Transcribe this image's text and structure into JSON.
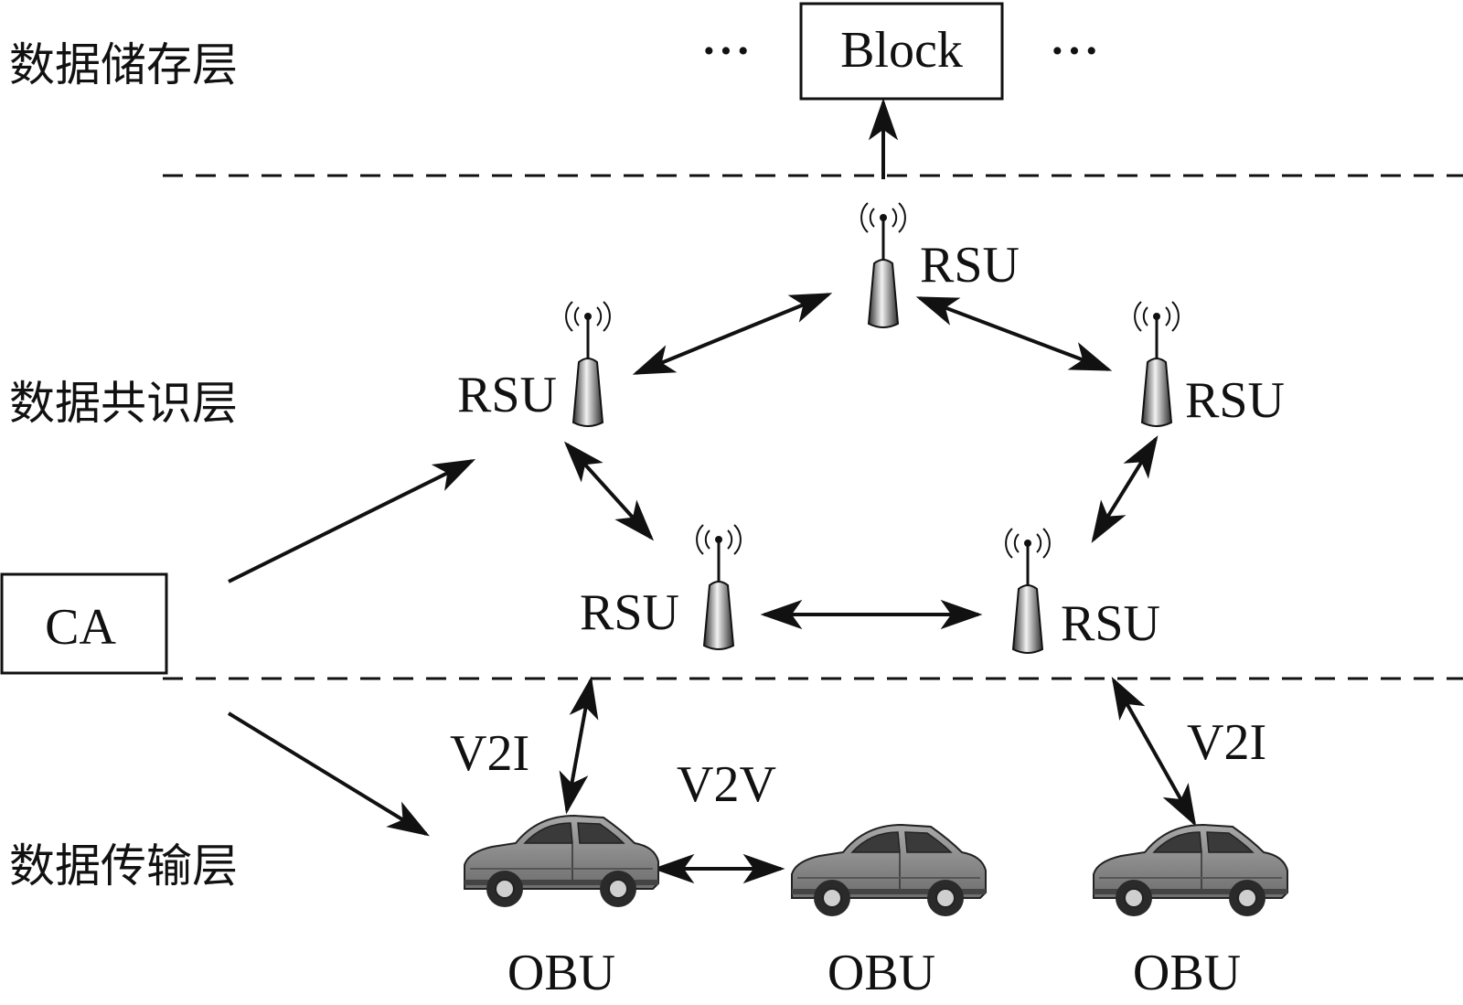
{
  "layers": {
    "storage": "数据储存层",
    "consensus": "数据共识层",
    "transmission": "数据传输层"
  },
  "block": {
    "label": "Block",
    "ellipsis_left": "···",
    "ellipsis_right": "···"
  },
  "ca": {
    "label": "CA"
  },
  "rsu_nodes": [
    {
      "id": "rsu-top",
      "label": "RSU"
    },
    {
      "id": "rsu-left",
      "label": "RSU"
    },
    {
      "id": "rsu-right",
      "label": "RSU"
    },
    {
      "id": "rsu-bottom-left",
      "label": "RSU"
    },
    {
      "id": "rsu-bottom-right",
      "label": "RSU"
    }
  ],
  "vehicles": [
    {
      "id": "car-left",
      "label": "OBU"
    },
    {
      "id": "car-middle",
      "label": "OBU"
    },
    {
      "id": "car-right",
      "label": "OBU"
    }
  ],
  "links": {
    "v2i_left": "V2I",
    "v2i_right": "V2I",
    "v2v": "V2V"
  },
  "colors": {
    "line": "#111111",
    "car_body": "#8c8c8c",
    "car_dark": "#4a4a4a",
    "antenna_light": "#e0e0e0",
    "antenna_dark": "#3a3a3a"
  }
}
